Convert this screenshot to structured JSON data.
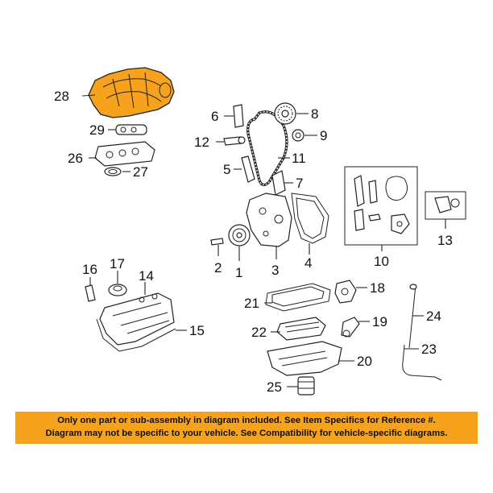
{
  "callouts": {
    "c1": "1",
    "c2": "2",
    "c3": "3",
    "c4": "4",
    "c5": "5",
    "c6": "6",
    "c7": "7",
    "c8": "8",
    "c9": "9",
    "c10": "10",
    "c11": "11",
    "c12": "12",
    "c13": "13",
    "c14": "14",
    "c15": "15",
    "c16": "16",
    "c17": "17",
    "c18": "18",
    "c19": "19",
    "c20": "20",
    "c21": "21",
    "c22": "22",
    "c23": "23",
    "c24": "24",
    "c25": "25",
    "c26": "26",
    "c27": "27",
    "c28": "28",
    "c29": "29"
  },
  "banner": {
    "line1": "Only one part or sub-assembly in diagram included. See Item Specifics for Reference #.",
    "line2": "Diagram may not be specific to your vehicle. See Compatibility for vehicle-specific diagrams."
  },
  "colors": {
    "highlight": "#f7a21c",
    "outline": "#222222",
    "background": "#ffffff"
  }
}
